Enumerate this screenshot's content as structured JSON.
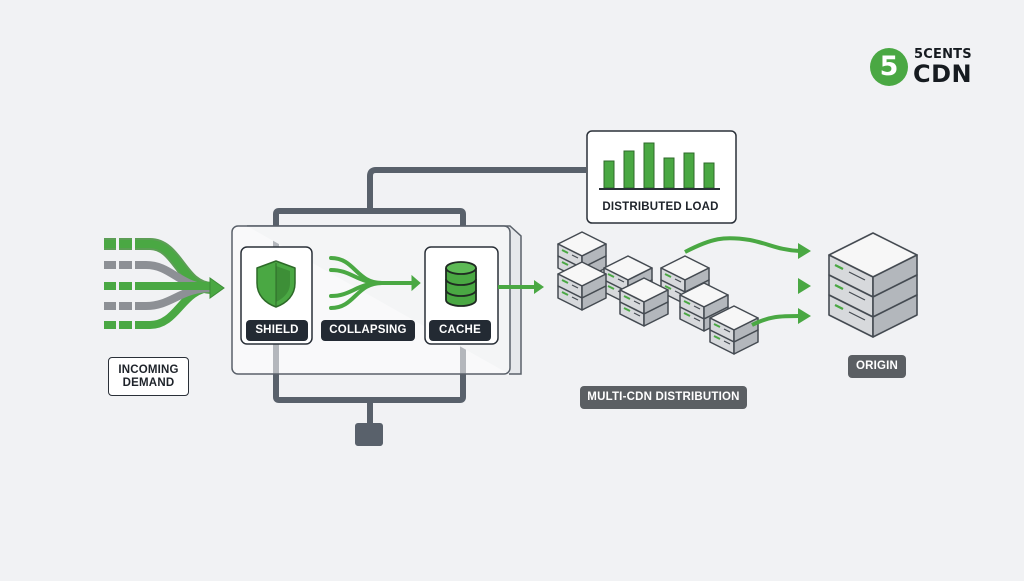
{
  "brand": {
    "badge_number": "5",
    "name_top": "5CENTS",
    "name_bottom": "CDN",
    "accent_color": "#4aa843"
  },
  "labels": {
    "incoming": "INCOMING DEMAND",
    "shield": "SHIELD",
    "collapsing": "COLLAPSING",
    "cache": "CACHE",
    "distributed_load": "DISTRIBUTED LOAD",
    "multi_cdn": "MULTI-CDN DISTRIBUTION",
    "origin": "ORIGIN"
  },
  "icons": [
    "shield-icon",
    "collapse-arrows-icon",
    "database-icon",
    "server-rack-icon",
    "bar-chart-icon"
  ],
  "colors": {
    "green": "#4aa843",
    "dark": "#232a33",
    "pipe": "#59616b",
    "gray_label": "#5b5f63"
  }
}
